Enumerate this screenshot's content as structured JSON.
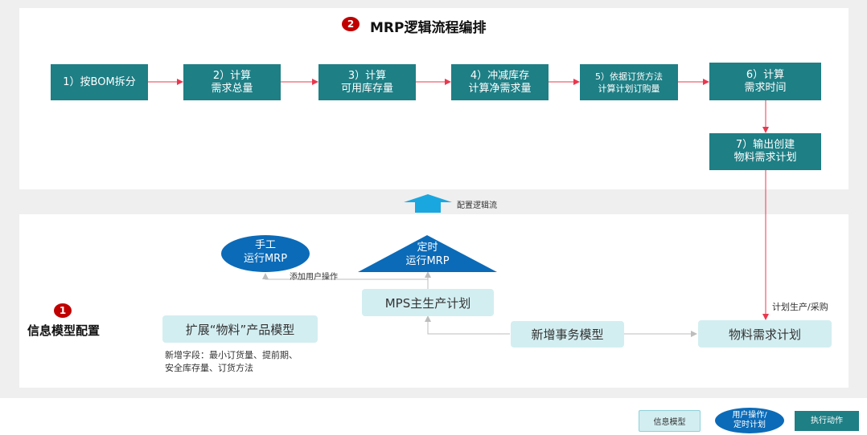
{
  "top_section": {
    "badge": "2",
    "title": "MRP逻辑流程编排",
    "steps": [
      {
        "line1": "1）按BOM拆分",
        "line2": ""
      },
      {
        "line1": "2）计算",
        "line2": "需求总量"
      },
      {
        "line1": "3）计算",
        "line2": "可用库存量"
      },
      {
        "line1": "4）冲减库存",
        "line2": "计算净需求量"
      },
      {
        "line1": "5）依据订货方法",
        "line2": "计算计划订购量"
      },
      {
        "line1": "6）计算",
        "line2": "需求时间"
      },
      {
        "line1": "7）输出创建",
        "line2": "物料需求计划"
      }
    ]
  },
  "middle": {
    "config_flow_label": "配置逻辑流"
  },
  "bottom_section": {
    "badge": "1",
    "title": "信息模型配置",
    "manual_run": {
      "line1": "手工",
      "line2": "运行MRP"
    },
    "timed_run": {
      "line1": "定时",
      "line2": "运行MRP"
    },
    "add_user_op_label": "添加用户操作",
    "mps_box": "MPS主生产计划",
    "extend_box": "扩展“物料”产品模型",
    "new_fields_line1": "新增字段：最小订货量、提前期、",
    "new_fields_line2": "安全库存量、订货方法",
    "new_transaction_box": "新增事务模型",
    "mrp_box": "物料需求计划",
    "plan_label": "计划生产/采购"
  },
  "legend": {
    "info_model": "信息模型",
    "user_op_line1": "用户操作/",
    "user_op_line2": "定时计划",
    "exec_action": "执行动作"
  },
  "colors": {
    "teal": "#1e7f85",
    "light_teal": "#d3eef1",
    "blue_shape": "#0b6bb8",
    "red_badge": "#c00000",
    "arrow_red": "#e8384f",
    "arrow_blue": "#1aa7e0"
  }
}
